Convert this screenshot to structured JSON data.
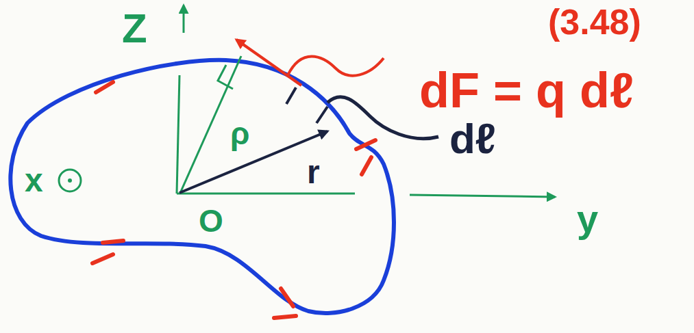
{
  "diagram": {
    "labels": [
      "Z",
      "x",
      "O",
      "y",
      "ρ",
      "r",
      "dℓ",
      "dF = q dℓ",
      "(3.48)"
    ]
  }
}
